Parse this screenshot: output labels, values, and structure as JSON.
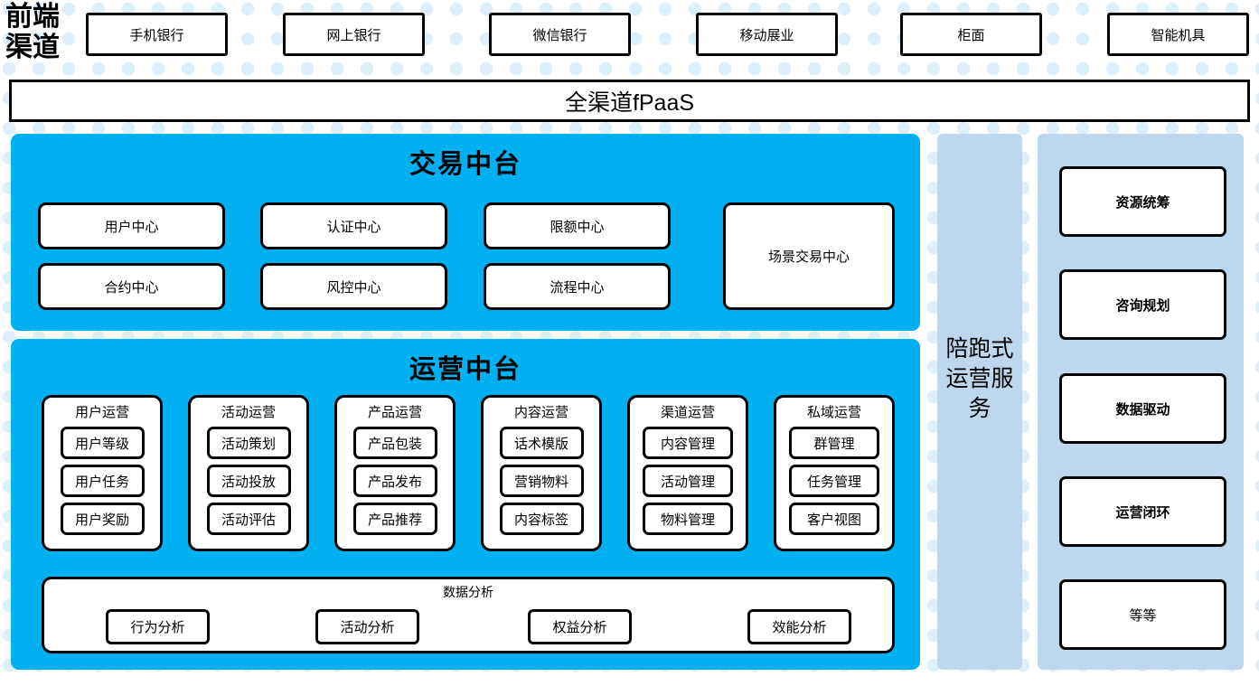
{
  "colors": {
    "cyan": "#00b0f0",
    "light_blue": "#bdd7ee",
    "dot": "#ddeffb",
    "white": "#ffffff",
    "border": "#000000"
  },
  "front_channel": {
    "label": "前端渠道",
    "items": [
      {
        "label": "手机银行"
      },
      {
        "label": "网上银行"
      },
      {
        "label": "微信银行"
      },
      {
        "label": "移动展业"
      },
      {
        "label": "柜面"
      },
      {
        "label": "智能机具"
      }
    ]
  },
  "platform_bar": {
    "label": "全渠道fPaaS"
  },
  "transaction_center": {
    "title": "交易中台",
    "boxes": [
      {
        "label": "用户中心"
      },
      {
        "label": "认证中心"
      },
      {
        "label": "限额中心"
      },
      {
        "label": "合约中心"
      },
      {
        "label": "风控中心"
      },
      {
        "label": "流程中心"
      },
      {
        "label": "场景交易中心"
      }
    ]
  },
  "operation_center": {
    "title": "运营中台",
    "columns": [
      {
        "title": "用户运营",
        "items": [
          "用户等级",
          "用户任务",
          "用户奖励"
        ]
      },
      {
        "title": "活动运营",
        "items": [
          "活动策划",
          "活动投放",
          "活动评估"
        ]
      },
      {
        "title": "产品运营",
        "items": [
          "产品包装",
          "产品发布",
          "产品推荐"
        ]
      },
      {
        "title": "内容运营",
        "items": [
          "话术模版",
          "营销物料",
          "内容标签"
        ]
      },
      {
        "title": "渠道运营",
        "items": [
          "内容管理",
          "活动管理",
          "物料管理"
        ]
      },
      {
        "title": "私域运营",
        "items": [
          "群管理",
          "任务管理",
          "客户视图"
        ]
      }
    ],
    "analysis": {
      "title": "数据分析",
      "items": [
        "行为分析",
        "活动分析",
        "权益分析",
        "效能分析"
      ]
    }
  },
  "service_sidebar": {
    "label": "陪跑式运营服务",
    "boxes": [
      {
        "label": "资源统筹",
        "bold": true
      },
      {
        "label": "咨询规划",
        "bold": true
      },
      {
        "label": "数据驱动",
        "bold": true
      },
      {
        "label": "运营闭环",
        "bold": true
      },
      {
        "label": "等等",
        "bold": false
      }
    ]
  }
}
